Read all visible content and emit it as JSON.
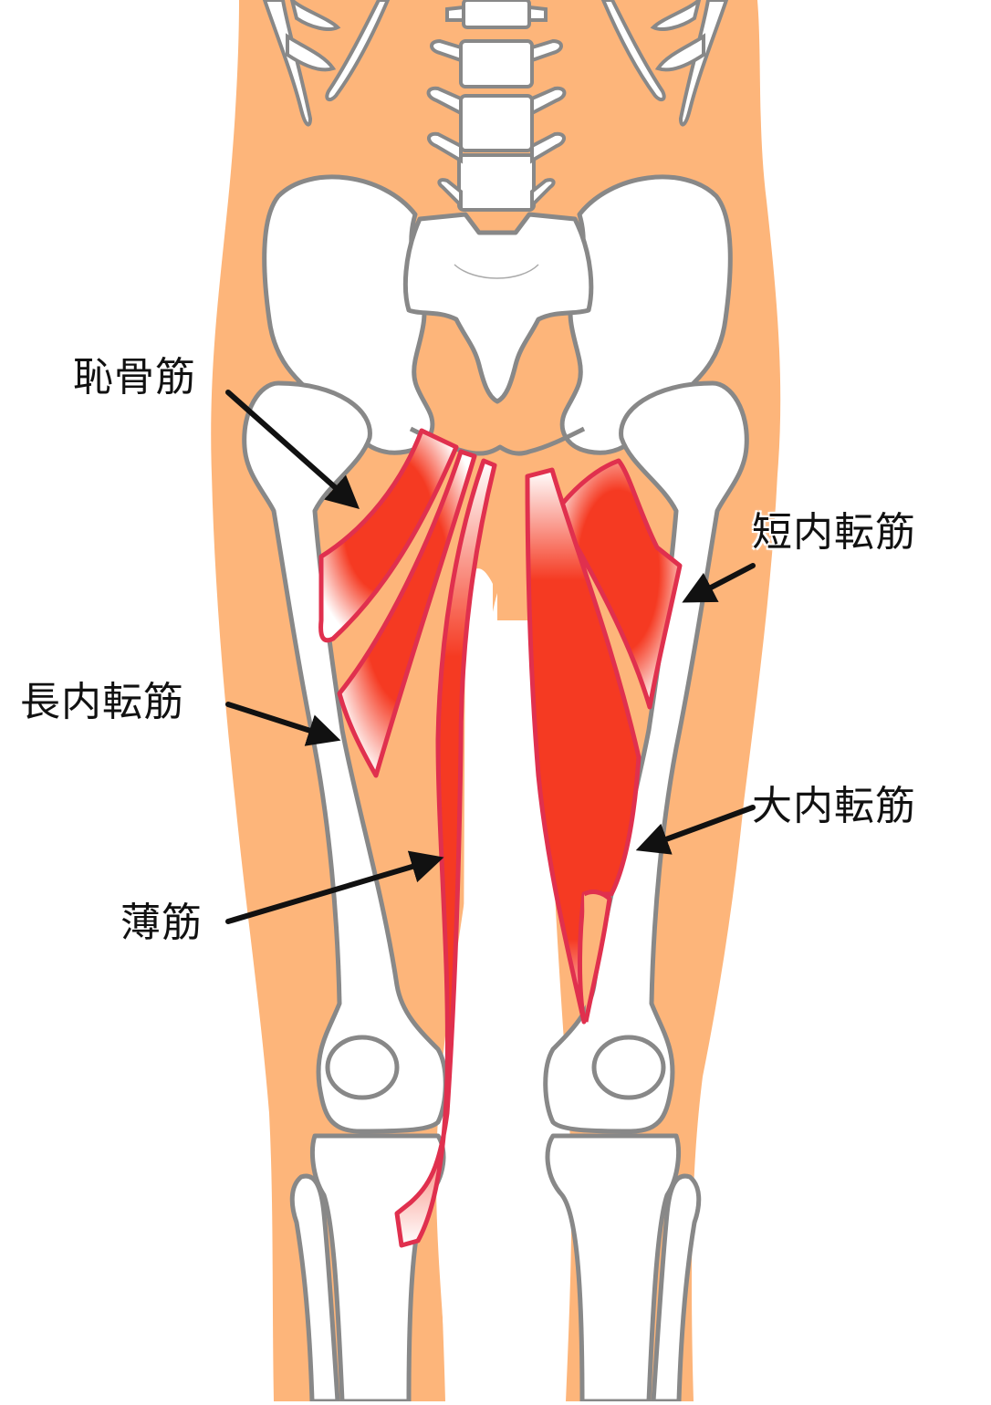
{
  "diagram": {
    "subject": "hip-adductor-muscles-anterior-view",
    "colors": {
      "background": "#ffffff",
      "skin": "#fdb57a",
      "bone_fill": "#ffffff",
      "bone_outline": "#888888",
      "muscle_core": "#f53a22",
      "muscle_outline": "#e0304e",
      "arrow": "#111111"
    },
    "labels": [
      {
        "id": "pectineus",
        "text": "恥骨筋"
      },
      {
        "id": "adductor-brevis",
        "text": "短内転筋"
      },
      {
        "id": "adductor-longus",
        "text": "長内転筋"
      },
      {
        "id": "adductor-magnus",
        "text": "大内転筋"
      },
      {
        "id": "gracilis",
        "text": "薄筋"
      }
    ]
  }
}
